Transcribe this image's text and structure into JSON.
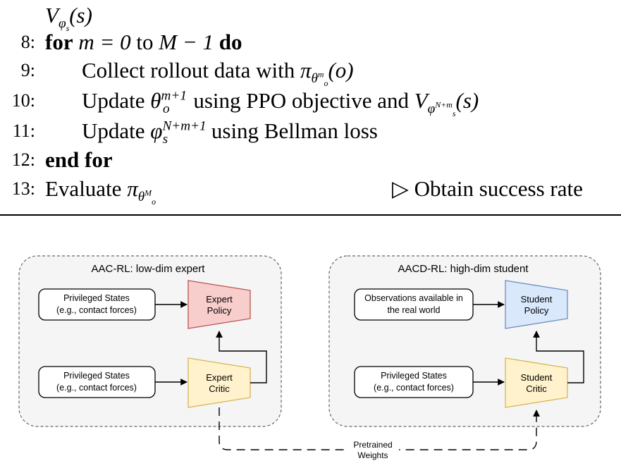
{
  "algorithm": {
    "top_fragment": {
      "v": "V",
      "sub_phi": "φ",
      "sub_s": "s",
      "arg": "(s)"
    },
    "lines": [
      {
        "num": "8:",
        "kw1": "for",
        "m_eq": "m = 0",
        "to": " to ",
        "M_minus": "M − 1",
        "kw2": "do"
      },
      {
        "num": "9:",
        "text": "Collect rollout data with ",
        "pi": "π",
        "theta": "θ",
        "theta_sup": "m",
        "theta_sub": "o",
        "arg": "(o)"
      },
      {
        "num": "10:",
        "text1": "Update ",
        "theta": "θ",
        "theta_sup": "m+1",
        "theta_sub": "o",
        "text2": " using PPO objective and ",
        "v": "V",
        "phi": "φ",
        "phi_sup": "N+m",
        "phi_sub": "s",
        "arg": "(s)"
      },
      {
        "num": "11:",
        "text1": "Update ",
        "phi": "φ",
        "phi_sup": "N+m+1",
        "phi_sub": "s",
        "text2": " using Bellman loss"
      },
      {
        "num": "12:",
        "kw": "end for"
      },
      {
        "num": "13:",
        "text": "Evaluate ",
        "pi": "π",
        "theta": "θ",
        "theta_sup": "M",
        "theta_sub": "o",
        "comment": "▷ Obtain success rate"
      }
    ]
  },
  "figure": {
    "left_panel": {
      "title": "AAC-RL: low-dim expert",
      "top_input": [
        "Privileged States",
        "(e.g., contact forces)"
      ],
      "bottom_input": [
        "Privileged States",
        "(e.g., contact forces)"
      ],
      "policy": [
        "Expert",
        "Policy"
      ],
      "critic": [
        "Expert",
        "Critic"
      ]
    },
    "right_panel": {
      "title": "AACD-RL: high-dim student",
      "top_input": [
        "Observations available in",
        "the real world"
      ],
      "bottom_input": [
        "Privileged States",
        "(e.g., contact forces)"
      ],
      "policy": [
        "Student",
        "Policy"
      ],
      "critic": [
        "Student",
        "Critic"
      ]
    },
    "transfer_label": [
      "Pretrained",
      "Weights"
    ],
    "colors": {
      "panel_fill": "#f5f5f5",
      "panel_border": "#666666",
      "policy_expert_fill": "#f8cecc",
      "policy_expert_stroke": "#b85450",
      "policy_student_fill": "#dae8fc",
      "policy_student_stroke": "#6c8ebf",
      "critic_fill": "#fff2cc",
      "critic_stroke": "#d6b656"
    }
  }
}
